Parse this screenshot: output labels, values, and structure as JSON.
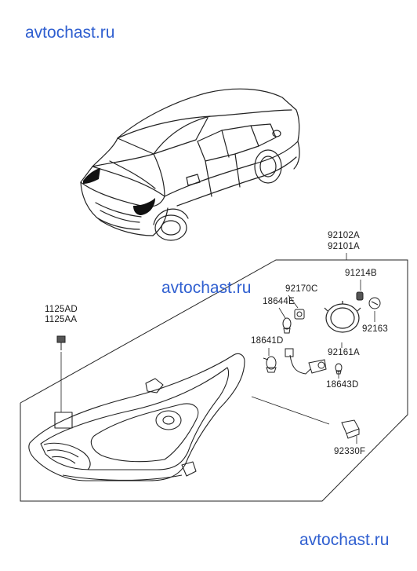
{
  "watermarks": [
    "avtochast.ru",
    "avtochast.ru",
    "avtochast.ru"
  ],
  "part_labels": {
    "p92102A": "92102A",
    "p92101A": "92101A",
    "p92170C": "92170C",
    "p18644E": "18644E",
    "p91214B": "91214B",
    "p92163": "92163",
    "p1125AD": "1125AD",
    "p1125AA": "1125AA",
    "p18641D": "18641D",
    "p92161A": "92161A",
    "p18643D": "18643D",
    "p92330F": "92330F"
  },
  "colors": {
    "watermark": "#2f5fd0",
    "line": "#222222",
    "label": "#1a1a1a"
  }
}
